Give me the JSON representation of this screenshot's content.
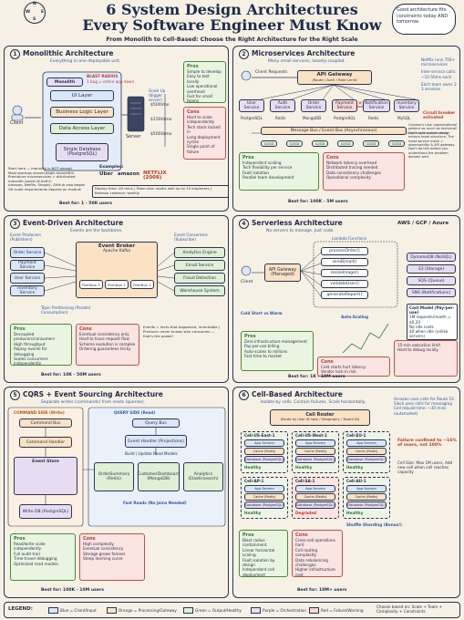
{
  "header": {
    "title_line1": "6 System Design Architectures",
    "title_line2": "Every Software Engineer Must Know",
    "subtitle": "From Monolith to Cell-Based: Choose the Right Architecture for the Right Scale",
    "note": "Good architecture fits constraints today AND tomorrow.",
    "compass": {
      "n": "N",
      "s": "S",
      "e": "E",
      "w": "W"
    }
  },
  "monolith": {
    "num": "1",
    "title": "Monolithic Architecture",
    "sub": "Everything in one deployable unit.",
    "client": "Client",
    "blast": "BLAST RADIUS",
    "blast_note": "1 bug = entire app down",
    "app": "Monolith",
    "layers": [
      "UI Layer",
      "Business Logic Layer",
      "Data Access Layer"
    ],
    "db": "Single Database (PostgreSQL)",
    "server": "Server",
    "scale_up": "Scale Up (bigger server)",
    "costs": [
      "$500/mo",
      "$1500/mo",
      "$5000/mo"
    ],
    "pros_h": "Pros",
    "pros": [
      "Simple to develop",
      "Easy to test locally",
      "Low operational overhead",
      "Fast for small teams"
    ],
    "cons_h": "Cons",
    "cons": [
      "Hard to scale independently",
      "Tech stack locked in",
      "Long deployment cycles",
      "Single point of failure"
    ],
    "notes": [
      "Start here — monolith is NOT wrong!",
      "Most startups should begin monolithic",
      "Premature microservices = distributed monolith (worst of both!)",
      "Amazon, Netflix, Shopify, GitHub also began",
      "OK scale requirements depend on module"
    ],
    "examples_h": "Examples:",
    "examples": [
      "Uber",
      "amazon",
      "NETFLIX (2008)"
    ],
    "deploy": "Deploy time: 45 mins  |  Team size: works well up to 15 engineers  |  Release cadence: weekly",
    "best": "Best for: 1 - 50K users"
  },
  "micro": {
    "num": "2",
    "title": "Microservices Architecture",
    "sub": "Many small services, loosely coupled.",
    "client": "Client Requests",
    "gateway": "API Gateway",
    "gateway_sub": "(Route / Auth / Rate Limit)",
    "services": [
      "User Service",
      "Auth Service",
      "Order Service",
      "Payment Service",
      "Notification Service",
      "Inventory Service"
    ],
    "dbs": [
      "PostgreSQL",
      "Redis",
      "MongoDB",
      "PostgreSQL",
      "Redis",
      "MySQL"
    ],
    "bus": "Message Bus / Event Bus (Asynchronous)",
    "cicd": [
      "CI/CD",
      "CI/CD",
      "CI/CD",
      "CI/CD",
      "CI/CD",
      "CI/CD"
    ],
    "right_notes": [
      "Netflix runs 700+ microservices",
      "Inter-service calls: ~10-50ms each",
      "Each team owns 1-3 services"
    ],
    "breaker": "Circuit breaker activated",
    "conway": "Conway's Law: organizational pattern as much as technical! Don't split system design mirrors team structure. The most service mesh = observability & API gateway. Don't do this before you understand the problem domain well.",
    "pros_h": "Pros",
    "pros": [
      "Independent scaling",
      "Tech flexibility per service",
      "Fault isolation",
      "Parallel team development"
    ],
    "cons_h": "Cons",
    "cons": [
      "Network latency overhead",
      "Distributed tracing needed",
      "Data consistency challenges",
      "Operational complexity"
    ],
    "best": "Best for: 100K - 5M users"
  },
  "event": {
    "num": "3",
    "title": "Event-Driven Architecture",
    "sub": "Events are the backbone.",
    "producers_h": "Event Producers (Publishers)",
    "producers": [
      "Order Service",
      "Payment Service",
      "User Service",
      "Inventory Service"
    ],
    "broker": "Event Broker",
    "broker_sub": "Apache Kafka",
    "partitions": [
      "Partition 0",
      "Partition 1",
      "Partition 2"
    ],
    "consumers_h": "Event Consumers (Subscribe)",
    "consumers": [
      "Analytics Engine",
      "Email Service",
      "Fraud Detection",
      "Warehouse System"
    ],
    "topic": "Topic Partitioning (Parallel Consumption)",
    "pros_h": "Pros",
    "pros": [
      "Decoupled producers/consumers",
      "High throughput",
      "Replay events for debugging",
      "Scales consumers independently"
    ],
    "cons_h": "Cons",
    "cons": [
      "Eventual consistency only",
      "Hard to trace request flow",
      "Schema evolution is complex",
      "Ordering guarantees tricky"
    ],
    "note": "Events = facts that happened, immutable | Producer never knows who consumes — that's the power!",
    "best": "Best for: 10K - 50M users"
  },
  "serverless": {
    "num": "4",
    "title": "Serverless Architecture",
    "sub": "No servers to manage. Just code.",
    "providers": "AWS / GCP / Azure",
    "client": "Client",
    "gateway": "API Gateway (Managed)",
    "lambda_h": "Lambda Functions",
    "functions": [
      "processOrder()",
      "sendEmail()",
      "resizeImage()",
      "validateUser()",
      "generateReport()"
    ],
    "stores": [
      "DynamoDB (NoSQL)",
      "S3 (Storage)",
      "SQS (Queue)",
      "SNS (Notifications)"
    ],
    "cold": "Cold Start vs Warm",
    "autoscale": "Auto-Scaling",
    "cost_h": "Cost Model (Pay-per-use)",
    "cost": [
      "1M requests/month = $0.20",
      "No idle costs",
      "$0 when idle (unlike servers)"
    ],
    "pros_h": "Pros",
    "pros": [
      "Zero infrastructure management",
      "Pay-per-use billing",
      "Auto-scales to millions",
      "Fast time to market"
    ],
    "cons_h": "Cons",
    "cons": [
      "Cold starts hurt latency",
      "Vendor lock-in risk",
      "15-min execution limit",
      "Hard to debug locally"
    ],
    "best": "Best for: 1K - 10M users"
  },
  "cqrs": {
    "num": "5",
    "title": "CQRS + Event Sourcing Architecture",
    "sub": "Separate writes (commands) from reads (queries).",
    "command_h": "COMMAND SIDE (Write)",
    "query_h": "QUERY SIDE (Read)",
    "cmd_boxes": [
      "Command Bus",
      "Command Handler",
      "Event Store"
    ],
    "write_db": "Write DB (PostgreSQL)",
    "query_boxes": [
      "Query Bus",
      "Event Handler (Projections)",
      "Build / Update Read Models"
    ],
    "read_dbs": [
      "OrderSummary (Redis)",
      "CustomerDashboard (MongoDB)",
      "Analytics (Elasticsearch)"
    ],
    "fast": "Fast Reads (No Joins Needed)",
    "pros_h": "Pros",
    "pros": [
      "Read/write scale independently",
      "Full audit trail",
      "Time-travel debugging",
      "Optimized read models"
    ],
    "cons_h": "Cons",
    "cons": [
      "High complexity",
      "Eventual consistency",
      "Storage grows forever",
      "Steep learning curve"
    ],
    "best": "Best for: 100K - 10M users"
  },
  "cell": {
    "num": "6",
    "title": "Cell-Based Architecture",
    "sub": "Isolate by cells. Contain failures. Scale horizontally.",
    "router": "Cell Router",
    "router_sub": "(Route by User ID hash / Geography / Tenant ID)",
    "cells": [
      "Cell-US-East-1",
      "Cell-US-West-1",
      "Cell-EU-1",
      "Cell-AP-1",
      "Cell-SA-1",
      "Cell-AU-1"
    ],
    "cell_svc": [
      "App Servers",
      "Cache (Redis)",
      "Database (PostgreSQL)"
    ],
    "status_ok": "Healthy",
    "status_bad": "Degraded",
    "right_notes": [
      "Amazon uses cells for Route 53",
      "Slack uses cells for messaging",
      "Cell rebuild time: ~30 mins (automated)"
    ],
    "failure": "Failure confined to ~16% of users, not 100%",
    "cellsize": "Cell Size: Max 1M users, Add new cell when cell reaches capacity",
    "shuffle": "Shuffle Sharding (Bonus!)",
    "pros_h": "Pros",
    "pros": [
      "Blast radius containment",
      "Linear horizontal scaling",
      "Fault isolation by design",
      "Independent cell deployment"
    ],
    "cons_h": "Cons",
    "cons": [
      "Cross-cell operations hard",
      "Cell routing complexity",
      "Data rebalancing challenges",
      "Higher infrastructure cost"
    ],
    "best": "Best for: 10M+ users"
  },
  "legend": {
    "title": "LEGEND:",
    "items": [
      "Blue = Client/Input",
      "Orange = Processing/Gateway",
      "Green = Output/Healthy",
      "Purple = Orchestration",
      "Red = Failure/Warning"
    ],
    "colors": [
      "#dbe7f8",
      "#fbe2c2",
      "#dff0d6",
      "#e7ddf3",
      "#f8d6d2"
    ],
    "chosen": "Choose based on: Scale + Team + Complexity + Constraints"
  }
}
